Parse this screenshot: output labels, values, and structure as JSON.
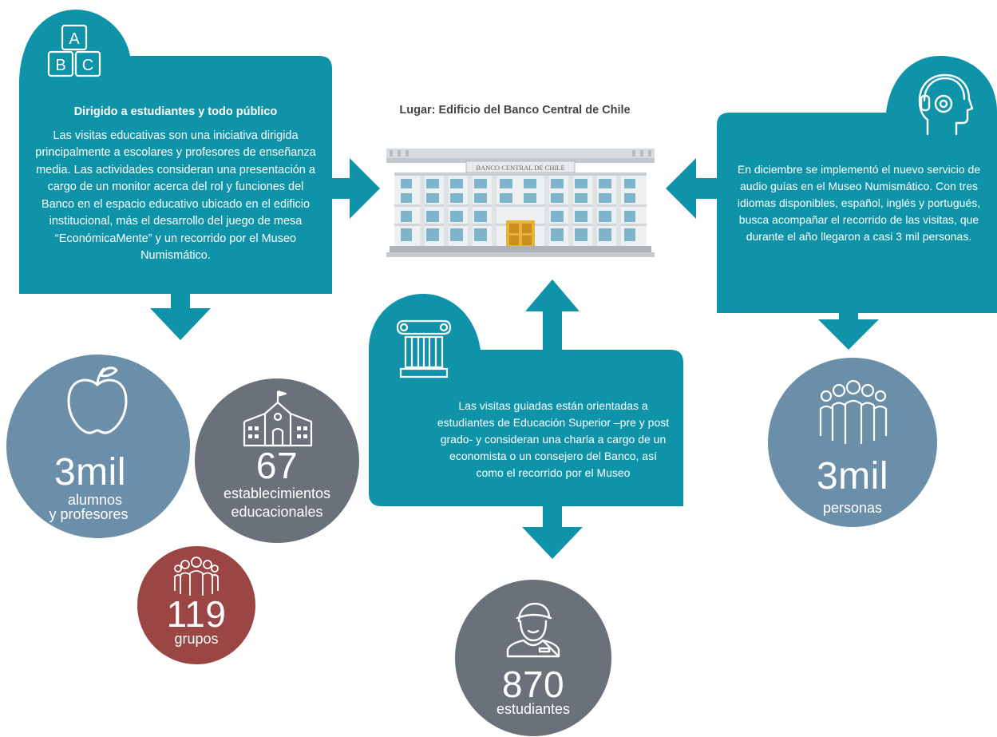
{
  "place_label": "Lugar: Edificio del Banco Central de Chile",
  "building_sign": "BANCO CENTRAL DE CHILE",
  "colors": {
    "teal": "#0f93a8",
    "circle_blue": "#6b8fa8",
    "circle_dark": "#6a717b",
    "circle_red": "#9b4545"
  },
  "left_box": {
    "icon": "abc-blocks-icon",
    "heading": "Dirigido a estudiantes y todo público",
    "body": "Las visitas educativas son una iniciativa dirigida principalmente a escolares y profesores de enseñanza media. Las actividades consideran una presentación a cargo de un monitor acerca del rol y funciones del Banco en el espacio educativo ubicado en el edificio institucional, más el desarrollo del juego de mesa “EconómicaMente” y un recorrido por el Museo Numismático."
  },
  "right_box": {
    "icon": "headphones-head-icon",
    "body": "En diciembre se implementó el nuevo servicio de audio guías en el Museo Numismático. Con tres idiomas disponibles, español, inglés y portugués, busca acompañar el recorrido de las visitas, que durante el año llegaron a casi 3 mil personas."
  },
  "center_box": {
    "icon": "column-icon",
    "body": "Las visitas guiadas están orientadas a estudiantes de Educación Superior –pre y post grado- y consideran una charla a cargo de un economista o un consejero del Banco, así como el recorrido por el Museo"
  },
  "stats": {
    "students_teachers": {
      "icon": "apple-icon",
      "value": "3mil",
      "label1": "alumnos",
      "label2": "y profesores"
    },
    "schools": {
      "icon": "school-icon",
      "value": "67",
      "label1": "establecimientos",
      "label2": "educacionales"
    },
    "groups": {
      "icon": "group-icon",
      "value": "119",
      "label": "grupos"
    },
    "university": {
      "icon": "student-icon",
      "value": "870",
      "label": "estudiantes"
    },
    "audio": {
      "icon": "crowd-icon",
      "value": "3mil",
      "label": "personas"
    }
  }
}
